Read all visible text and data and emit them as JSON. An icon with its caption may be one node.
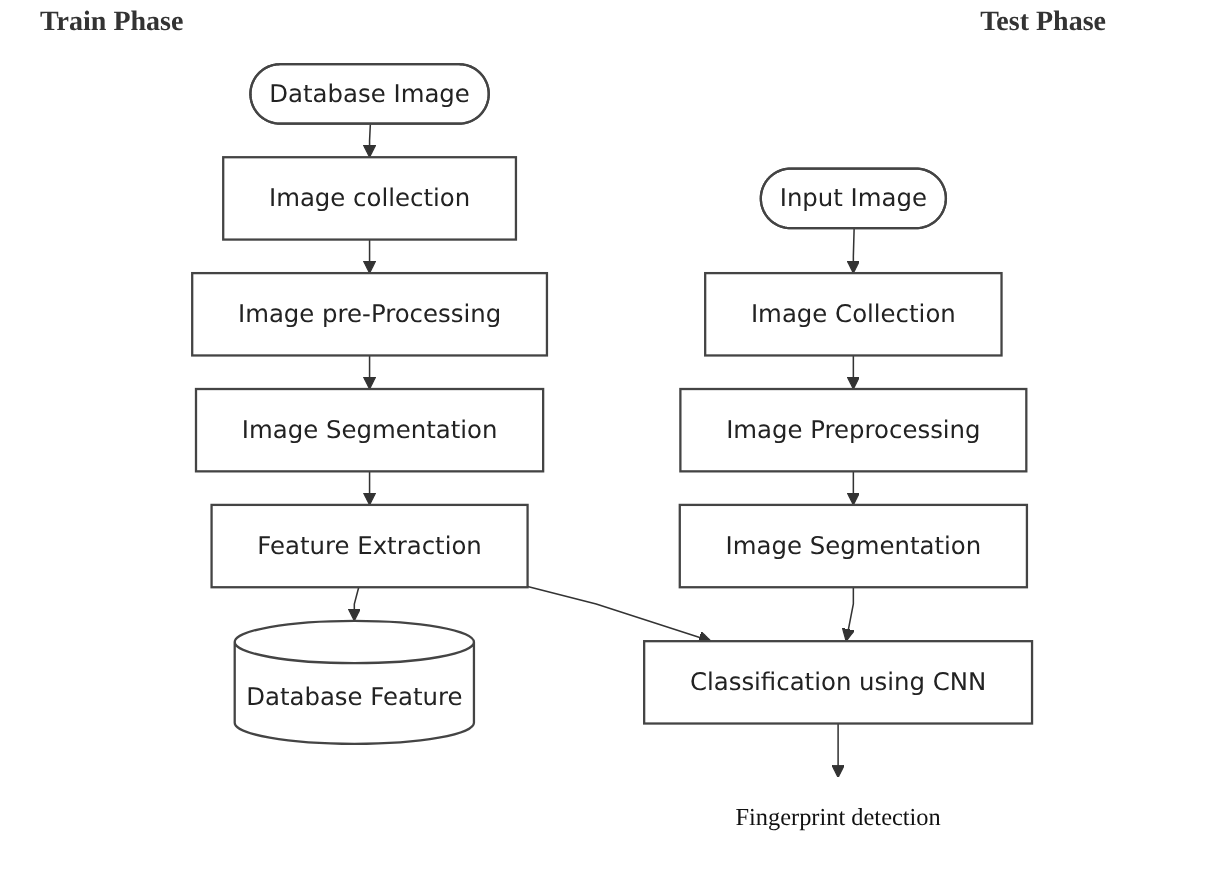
{
  "diagram": {
    "nodes": [
      {
        "text": [
          "Database Image"
        ]
      },
      {
        "text": [
          "Image collection"
        ]
      },
      {
        "text": [
          "Image pre-Processing"
        ]
      },
      {
        "text": [
          "Image Segmentation"
        ]
      },
      {
        "text": [
          "Feature Extraction"
        ]
      },
      {
        "text": [
          "Database Feature"
        ]
      },
      {
        "text": [
          "Input Image"
        ]
      },
      {
        "text": [
          "Image Collection"
        ]
      },
      {
        "text": [
          "Image Preprocessing"
        ]
      },
      {
        "text": [
          "Image Segmentation"
        ]
      },
      {
        "text": [
          "Classification using CNN"
        ]
      },
      {
        "text": [
          "Fingerprint detection"
        ]
      }
    ],
    "edges": [
      {
        "from": 0,
        "to": 1,
        "arrow": "to"
      },
      {
        "from": 1,
        "to": 2,
        "arrow": "to"
      },
      {
        "from": 2,
        "to": 3,
        "arrow": "to"
      },
      {
        "from": 3,
        "to": 4,
        "arrow": "to"
      },
      {
        "from": 4,
        "to": 5,
        "arrow": "to"
      },
      {
        "from": 6,
        "to": 7,
        "arrow": "to"
      },
      {
        "from": 7,
        "to": 8,
        "arrow": "to"
      },
      {
        "from": 8,
        "to": 9,
        "arrow": "to"
      },
      {
        "from": 9,
        "to": 10,
        "arrow": "to"
      },
      {
        "from": 4,
        "to": 10,
        "arrow": "to"
      },
      {
        "from": 10,
        "to": 11,
        "arrow": "to"
      }
    ],
    "labels": [
      "Train Phase",
      "Test Phase"
    ]
  }
}
